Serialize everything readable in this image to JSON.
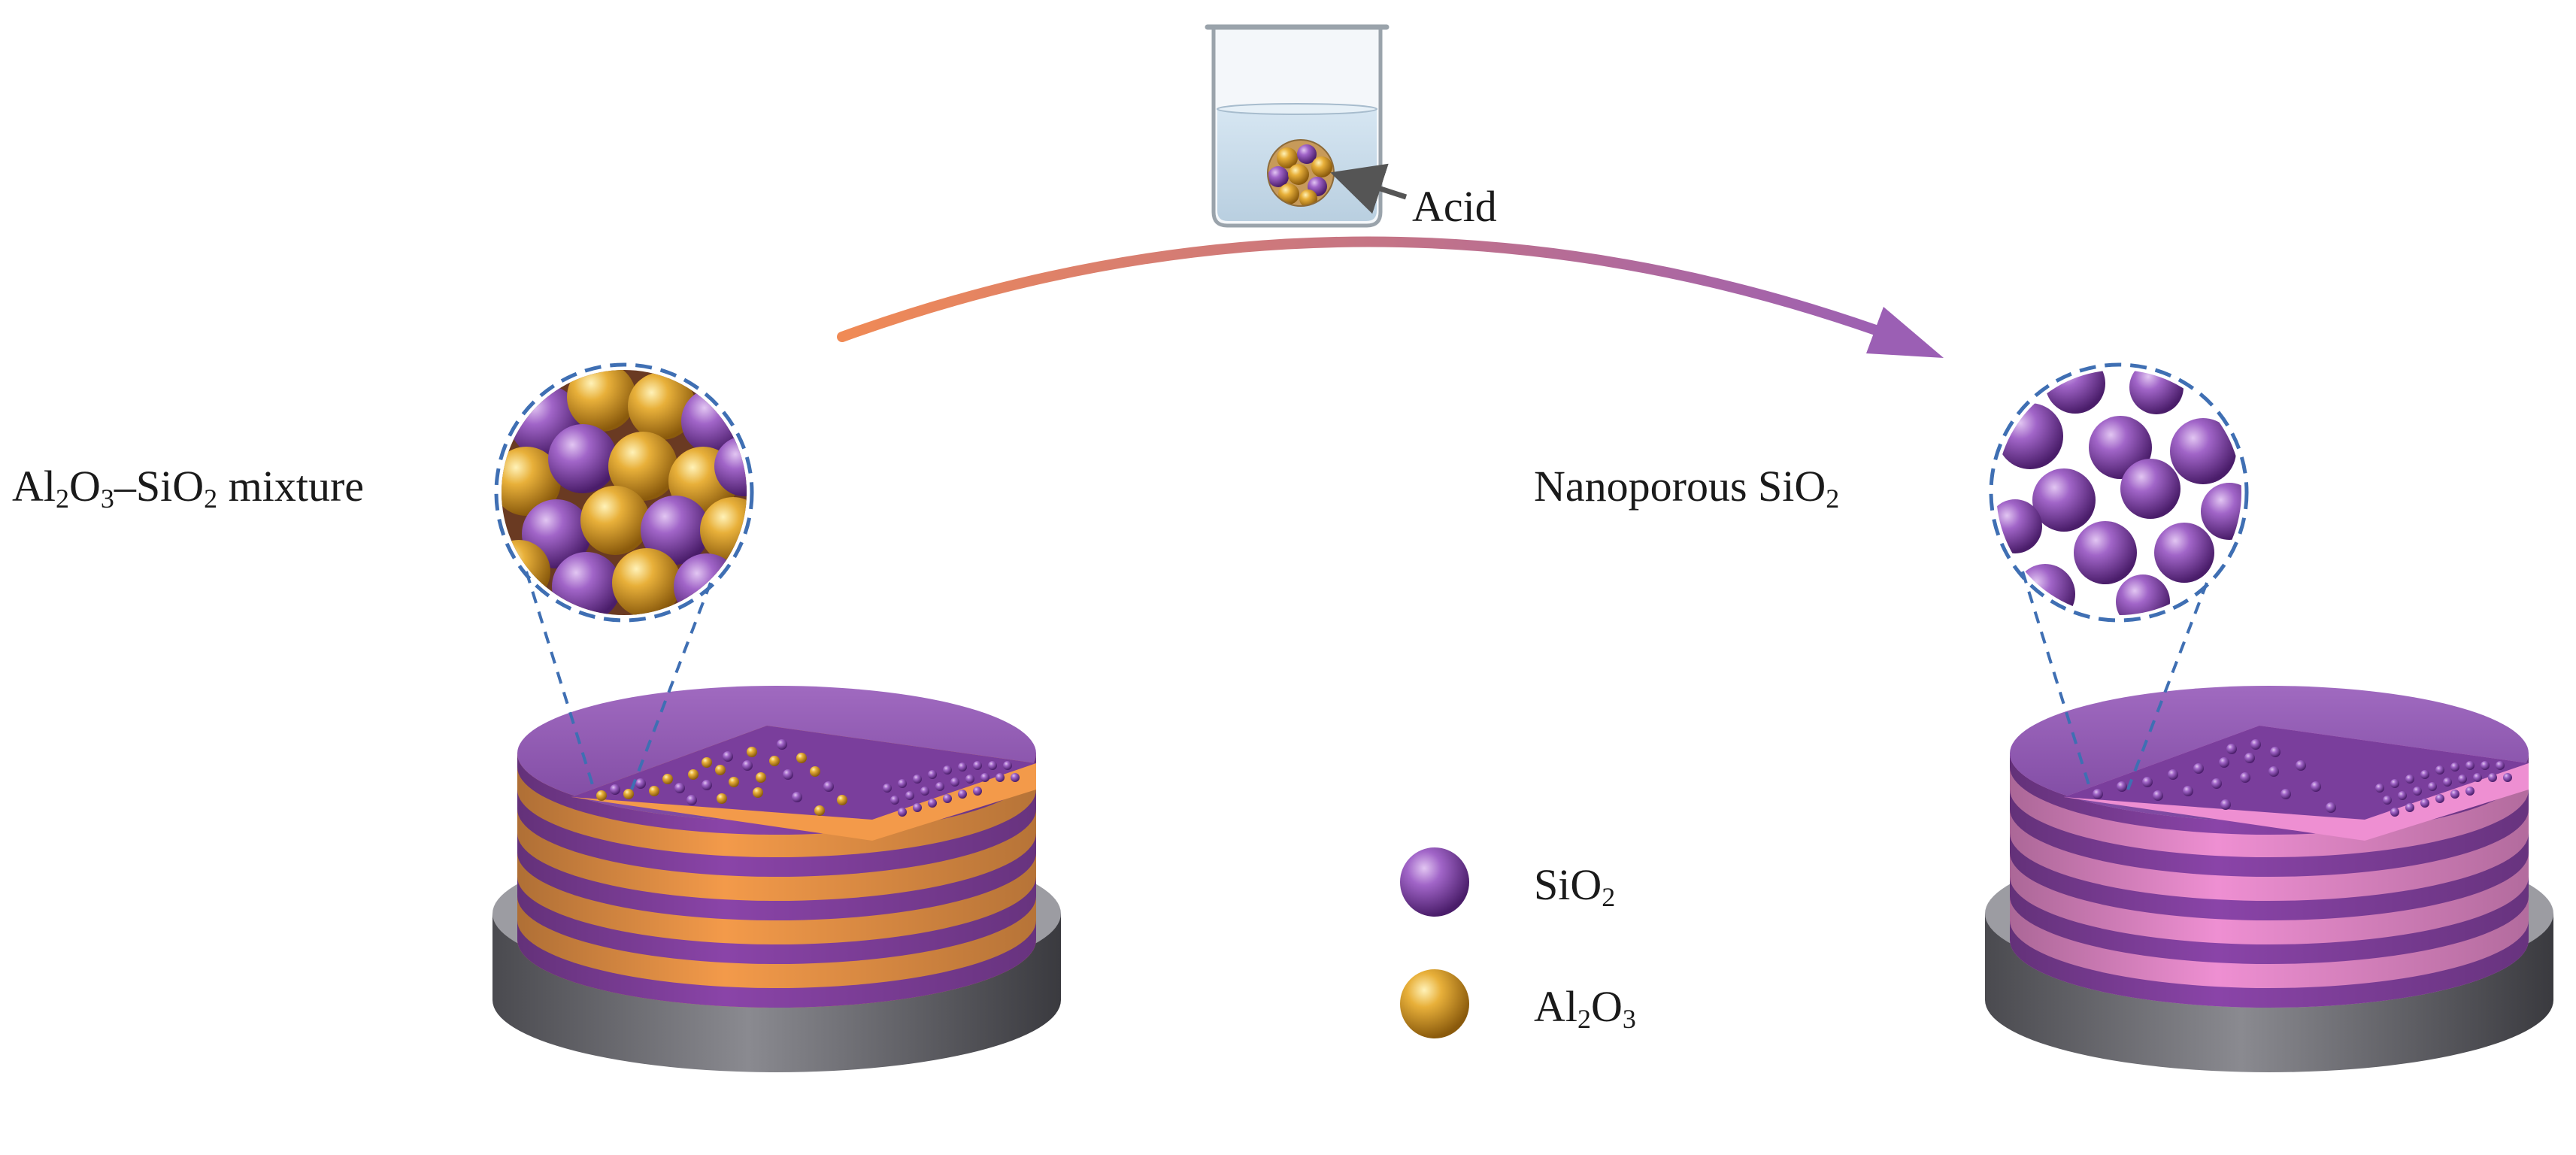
{
  "labels": {
    "mixture": {
      "al": "Al",
      "al_sub": "2",
      "o1": "O",
      "o1_sub": "3",
      "dash_si": "–SiO",
      "si_sub": "2",
      "rest": " mixture"
    },
    "nanoporous": {
      "main": "Nanoporous SiO",
      "sub": "2"
    },
    "acid": "Acid",
    "legend_sio2": {
      "main": "SiO",
      "sub": "2"
    },
    "legend_al2o3": {
      "a": "Al",
      "a_sub": "2",
      "b": "O",
      "b_sub": "3"
    }
  },
  "colors": {
    "sio2": "#7b3a9e",
    "al2o3": "#e1a22a",
    "orange_layer": "#f39a4a",
    "pink_layer": "#ee8fd2",
    "substrate": "#6b6b70",
    "arrow_start": "#f08a55",
    "arrow_end": "#9b5fb4",
    "dashed": "#3f6fb3"
  },
  "legend": [
    {
      "key": "sio2",
      "color": "#7b3a9e"
    },
    {
      "key": "al2o3",
      "color": "#e1a22a"
    }
  ]
}
